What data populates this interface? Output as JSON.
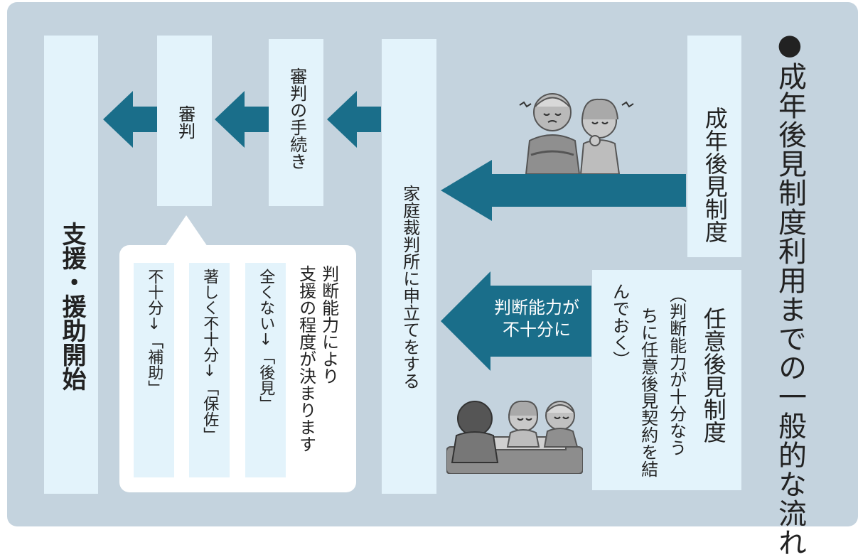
{
  "title": "●成年後見制度利用までの一般的な流れ",
  "boxes": {
    "shien_kaishi": "支援・援助開始",
    "shinpan": "審判",
    "shinpan_tetsuzuki": "審判の手続き",
    "moushitate": "家庭裁判所に申立てをする",
    "seinen": "成年後見制度",
    "nini_title": "任意後見制度",
    "nini_desc_1": "（判断能力が十分なう",
    "nini_desc_2": "ちに任意後見契約を結",
    "nini_desc_3": "んでおく）"
  },
  "arrow_label": {
    "line1": "判断能力が",
    "line2": "不十分に"
  },
  "bubble": {
    "head_1": "判断能力により",
    "head_2": "支援の程度が決まります",
    "levels": [
      "全くない↓「後見」",
      "著しく不十分↓「保佐」",
      "不十分↓「補助」"
    ]
  },
  "colors": {
    "arrow": "#1a6e8a",
    "panel": "#c4d3de",
    "box": "#e3f3fb"
  }
}
